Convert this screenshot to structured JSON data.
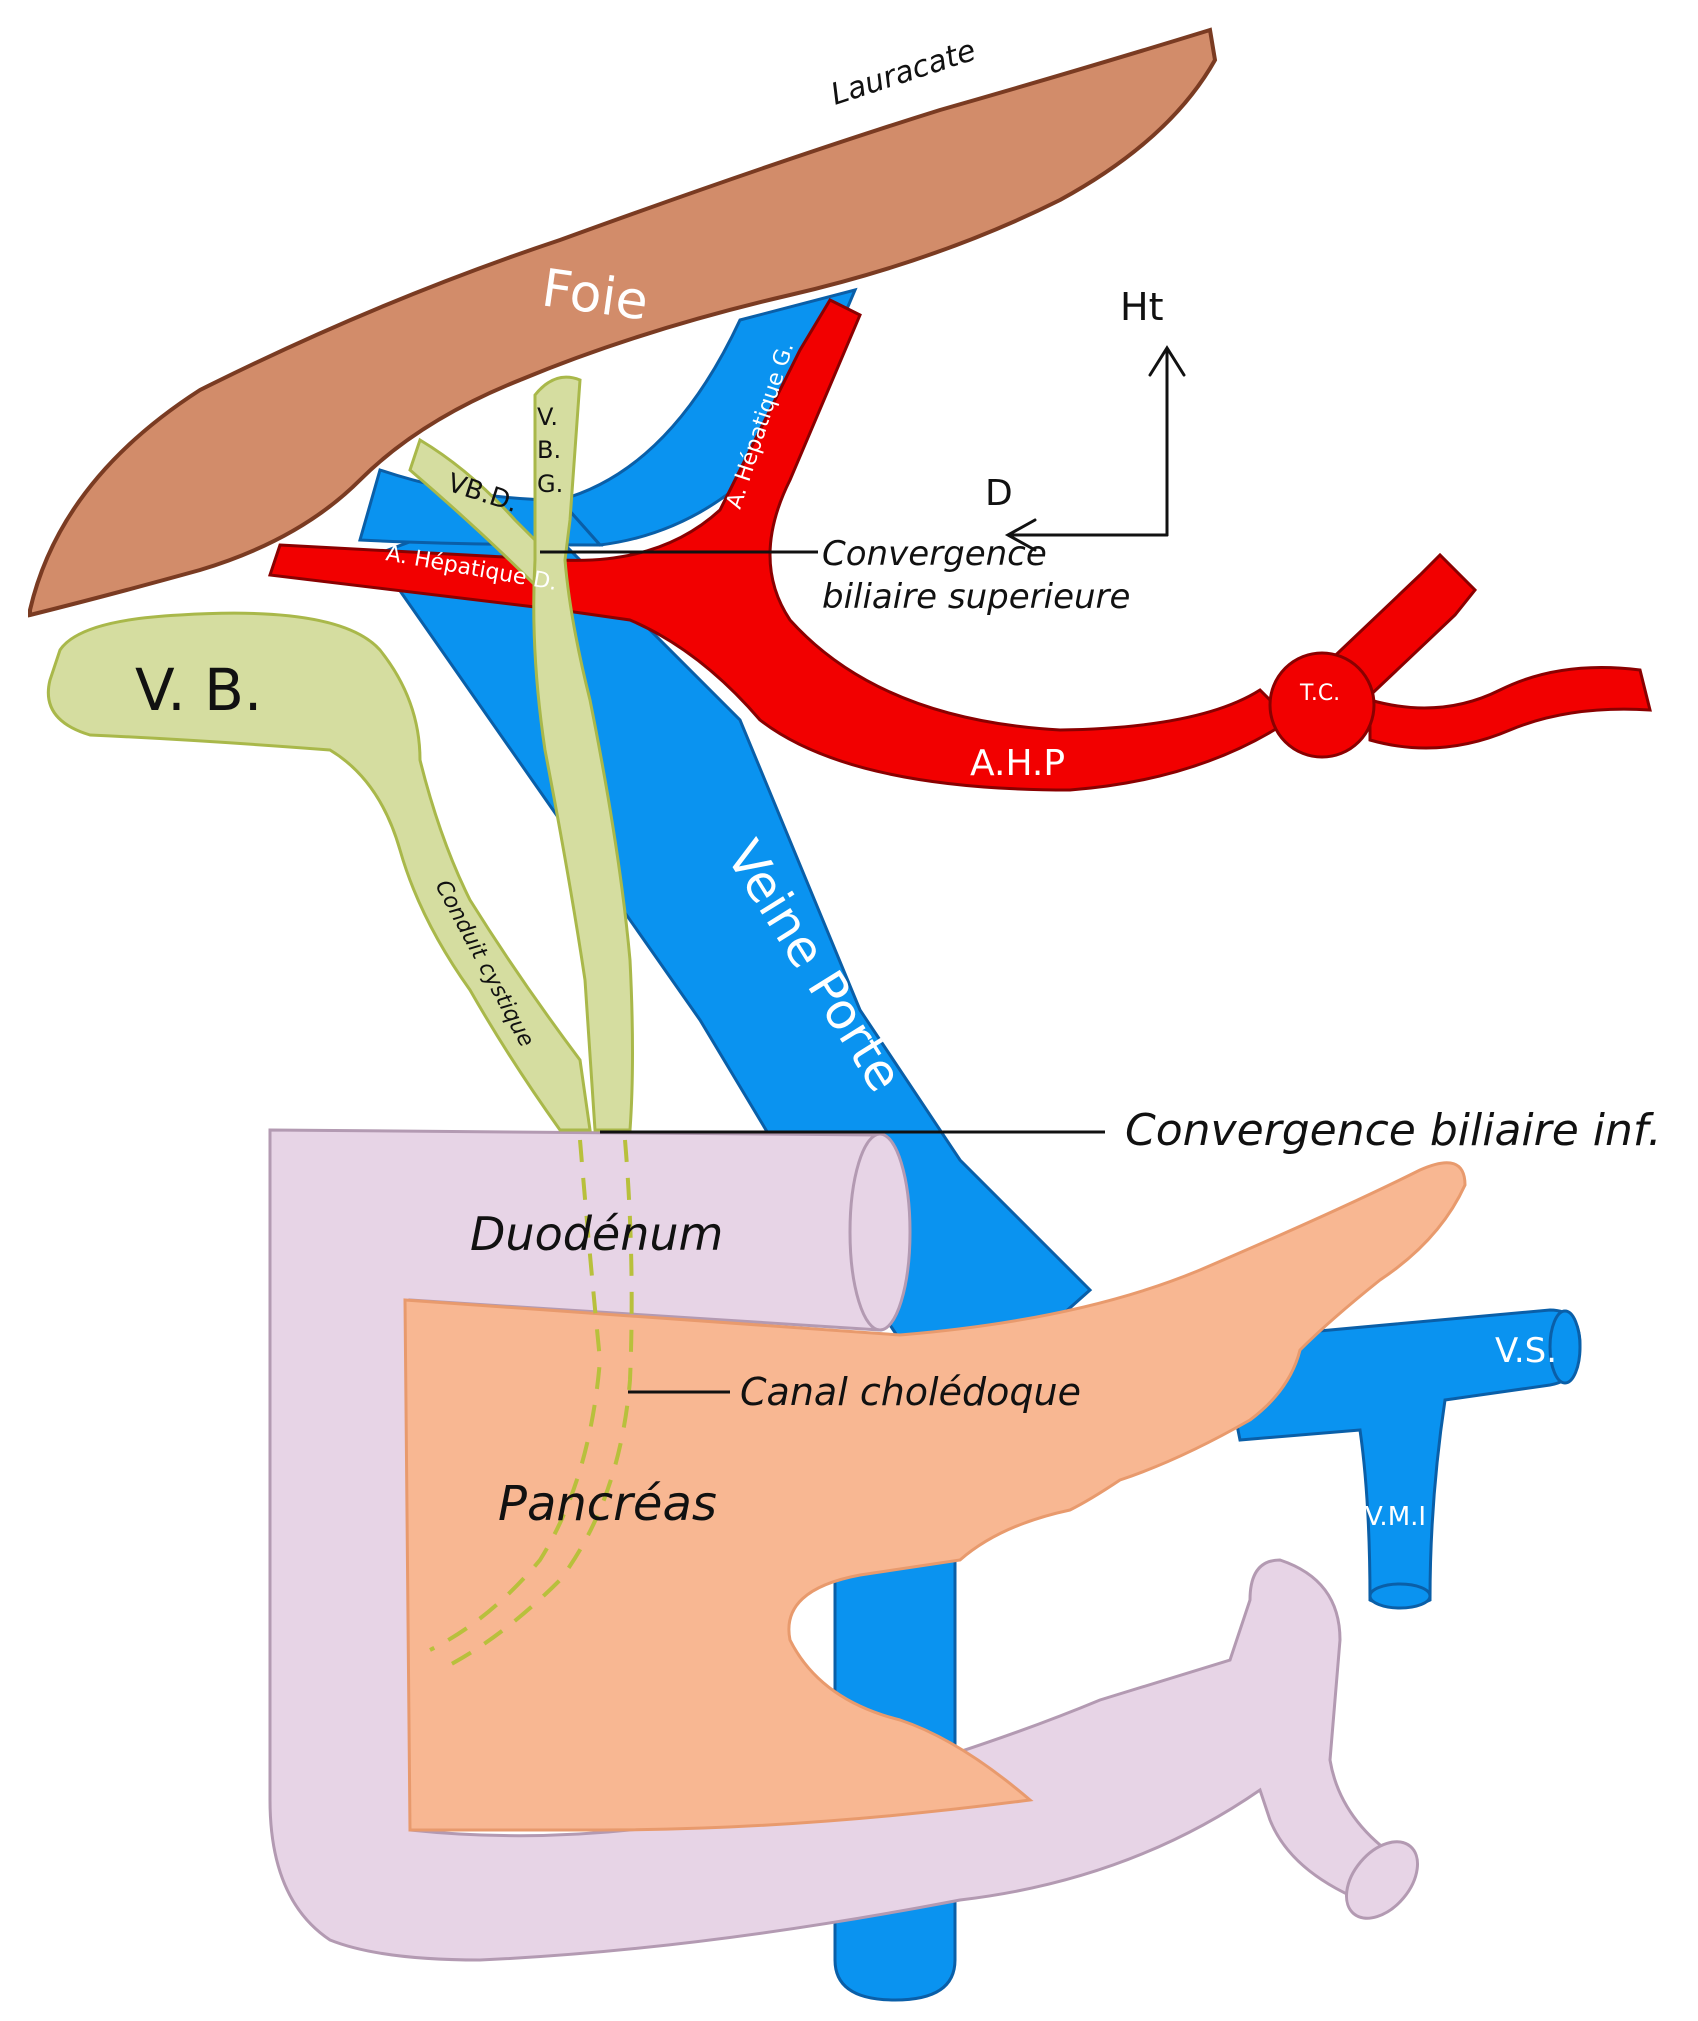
{
  "diagram": {
    "colors": {
      "liver": "#d28c6a",
      "liver_edge": "#7a3b22",
      "artery": "#f20000",
      "artery_edge": "#8a0000",
      "vein": "#0a93f0",
      "vein_edge": "#0a5fa8",
      "bile": "#d5dda0",
      "bile_edge": "#a9b84a",
      "duodenum": "#e7d4e6",
      "duodenum_edge": "#b39ab2",
      "pancreas": "#f8b792",
      "pancreas_edge": "#e89a6d",
      "leader": "#111111"
    },
    "orientation": {
      "up": "Ht",
      "side": "D"
    },
    "labels": {
      "lauracate": "Lauracate",
      "foie": "Foie",
      "vbg": [
        "V.",
        "B.",
        "G."
      ],
      "vbd": "VB.D.",
      "hepatique_g": "A. Hépatique G.",
      "hepatique_d": "A. Hépatique D.",
      "vb": "V. B.",
      "convergence_sup_line1": "Convergence",
      "convergence_sup_line2": "biliaire superieure",
      "tc": "T.C.",
      "ahp": "A.H.P",
      "veine_porte": "Veine Porte",
      "conduit_cystique": "Conduit cystique",
      "convergence_inf": "Convergence biliaire inf.",
      "duodenum": "Duodénum",
      "canal_choledoque": "Canal cholédoque",
      "pancreas": "Pancréas",
      "vs": "V.S.",
      "vmi": "V.M.I"
    }
  }
}
